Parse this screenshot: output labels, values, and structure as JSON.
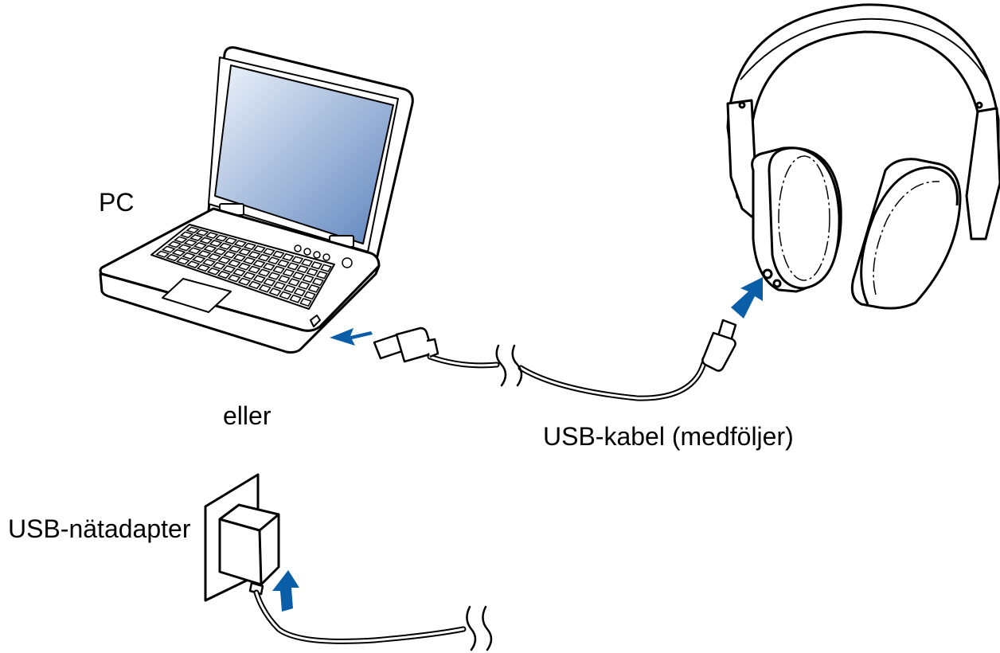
{
  "labels": {
    "pc": "PC",
    "or": "eller",
    "usb_cable": "USB-kabel (medföljer)",
    "usb_adapter": "USB-nätadapter"
  },
  "colors": {
    "arrow": "#0a5ea8",
    "line": "#000000",
    "screen_light": "#eef3fa",
    "screen_dark": "#5d84bd",
    "body": "#ffffff"
  },
  "icons": {
    "laptop": "laptop-icon",
    "headphones": "headphones-icon",
    "adapter": "usb-power-adapter-icon",
    "cable": "usb-cable-icon",
    "arrow": "insert-arrow-icon"
  }
}
